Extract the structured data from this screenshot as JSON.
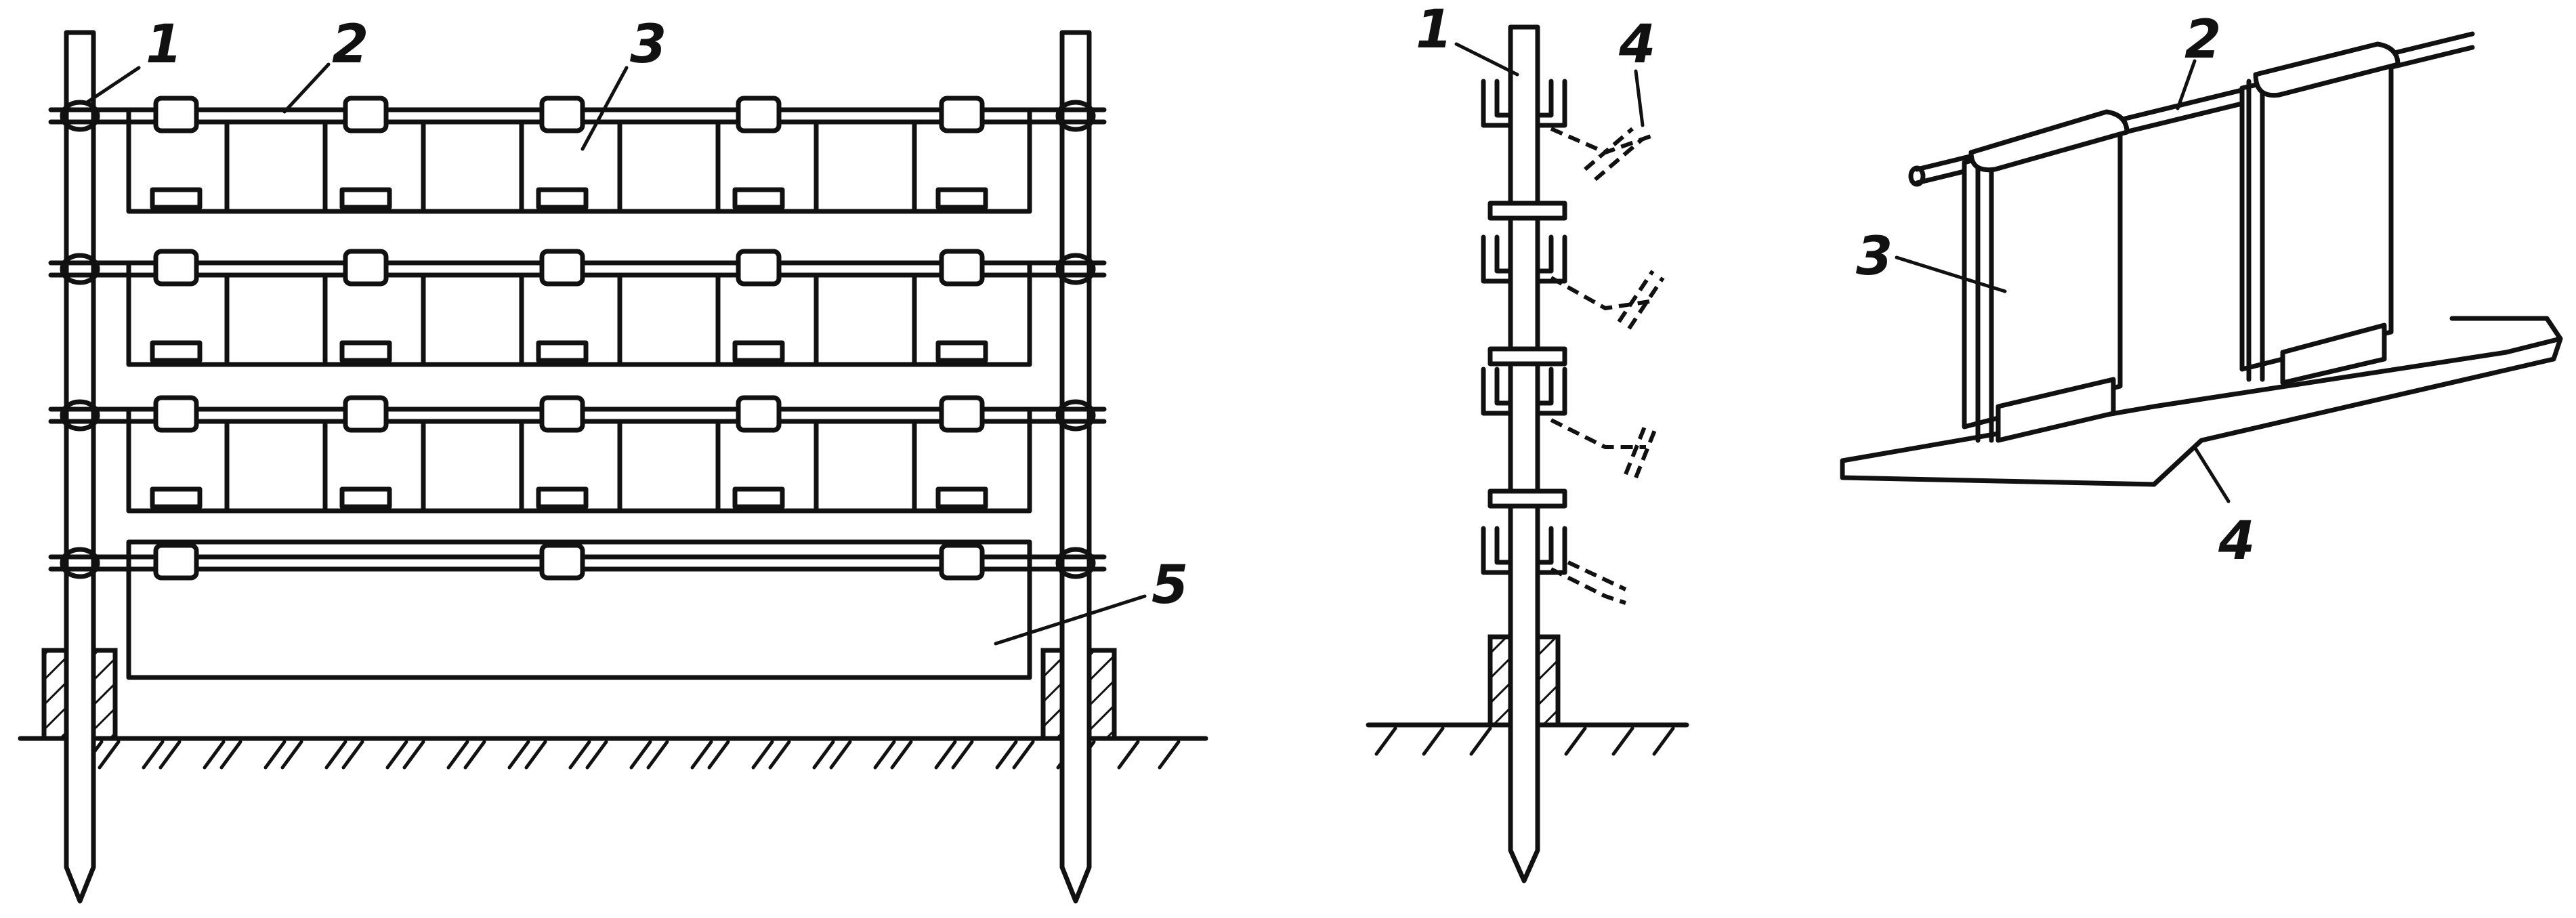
{
  "labels": {
    "front": {
      "post": "1",
      "wire": "2",
      "panel": "3",
      "base": "5"
    },
    "side": {
      "post": "1",
      "plank": "4"
    },
    "perspective": {
      "wire": "2",
      "panel": "3",
      "plank": "4"
    }
  }
}
